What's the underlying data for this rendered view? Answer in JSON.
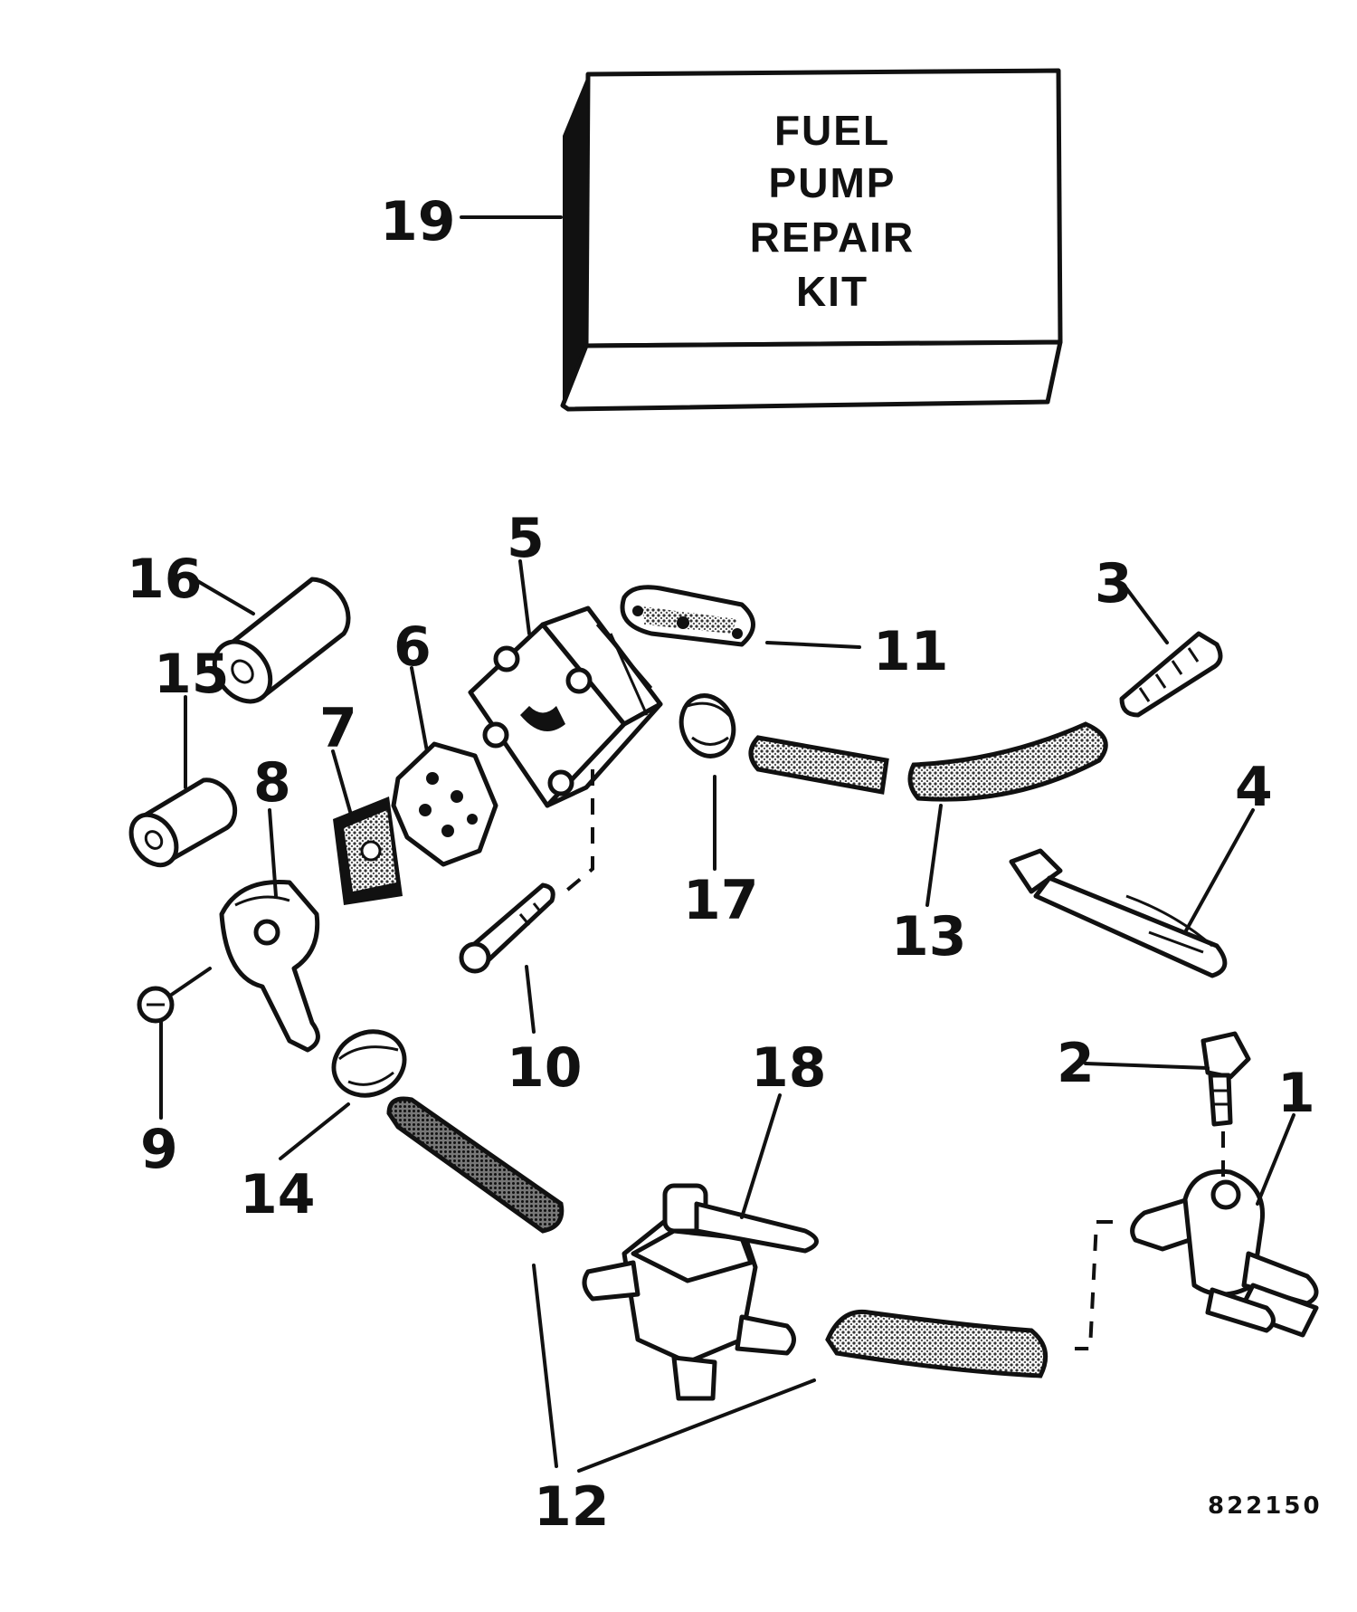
{
  "kit_box": {
    "lines": [
      "FUEL",
      "PUMP",
      "REPAIR",
      "KIT"
    ]
  },
  "part_labels": [
    "1",
    "2",
    "3",
    "4",
    "5",
    "6",
    "7",
    "8",
    "9",
    "10",
    "11",
    "12",
    "13",
    "14",
    "15",
    "16",
    "17",
    "18",
    "19"
  ],
  "figure_code": "822150",
  "colors": {
    "ink": "#111111",
    "paper": "#ffffff"
  }
}
